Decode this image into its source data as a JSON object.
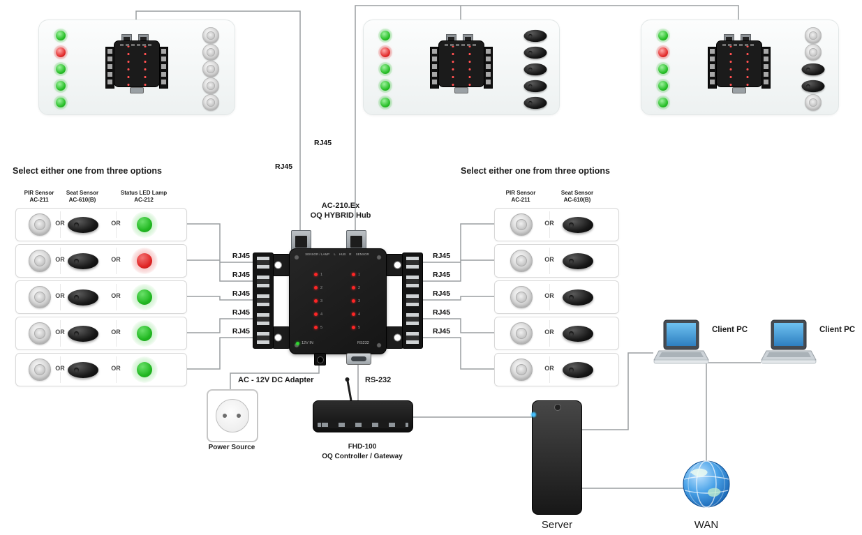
{
  "labels": {
    "or": "OR",
    "rj45": "RJ45"
  },
  "panels": [
    {
      "leds": [
        "green",
        "red",
        "green",
        "green",
        "green"
      ],
      "sensors": [
        "dome",
        "dome",
        "dome",
        "dome",
        "dome"
      ]
    },
    {
      "leds": [
        "green",
        "red",
        "green",
        "green",
        "green"
      ],
      "sensors": [
        "seat",
        "seat",
        "seat",
        "seat",
        "seat"
      ]
    },
    {
      "leds": [
        "green",
        "red",
        "green",
        "green",
        "green"
      ],
      "sensors": [
        "dome",
        "dome",
        "seat",
        "seat",
        "dome"
      ]
    }
  ],
  "left_options": {
    "heading": "Select either one from three options",
    "columns": [
      "PIR Sensor\nAC-211",
      "Seat Sensor\nAC-610(B)",
      "Status LED Lamp\nAC-212"
    ],
    "lamp_states": [
      "green",
      "red",
      "green",
      "green",
      "green"
    ]
  },
  "right_options": {
    "heading": "Select either one from three options",
    "columns": [
      "PIR Sensor\nAC-211",
      "Seat Sensor\nAC-610(B)"
    ]
  },
  "hub": {
    "model": "AC-210.Ex",
    "name": "OQ HYBRID Hub",
    "face_header": "SENSOR / LAMP     L    HUB    R     SENSOR",
    "port_numbers": [
      "1",
      "2",
      "3",
      "4",
      "5"
    ],
    "power_label": "12V IN",
    "rs232_label": "RS232"
  },
  "power": {
    "adapter_label": "AC - 12V DC Adapter",
    "source_label": "Power Source"
  },
  "controller": {
    "rs232_label": "RS-232",
    "name": "FHD-100",
    "subtitle": "OQ Controller / Gateway"
  },
  "server_label": "Server",
  "wan_label": "WAN",
  "client_pc_labels": [
    "Client PC",
    "Client PC"
  ],
  "colors": {
    "led_green": "#2fbf2f",
    "led_red": "#e03030",
    "line_gray": "#9a9a9a",
    "hub_body": "#1a1a1a",
    "laptop_screen": "#4aa3dc",
    "server_led": "#45c0ff",
    "globe_blue": "#2b7fd4"
  }
}
